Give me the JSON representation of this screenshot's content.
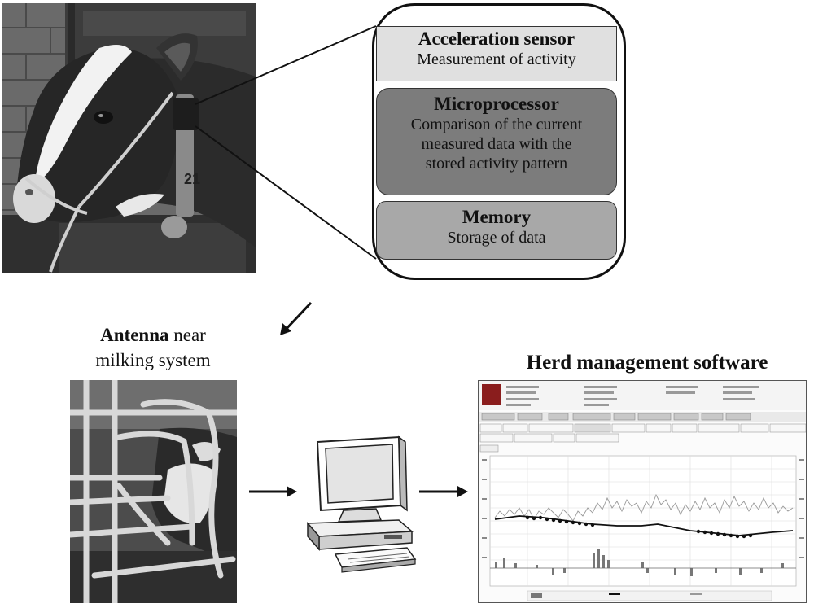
{
  "sensor": {
    "acceleration": {
      "title": "Acceleration  sensor",
      "subtitle": "Measurement of activity"
    },
    "microprocessor": {
      "title": "Microprocessor",
      "lines": [
        "Comparison of the current",
        "measured data with the",
        "stored activity  pattern"
      ]
    },
    "memory": {
      "title": "Memory",
      "subtitle": "Storage of data"
    }
  },
  "antenna": {
    "bold": "Antenna",
    "rest": " near",
    "line2": "milking system"
  },
  "herd": {
    "title": "Herd management  software"
  },
  "cow_collar": {
    "tag_text": "21"
  },
  "colors": {
    "background": "#ffffff",
    "acceleration_box": "#e0e0e0",
    "microprocessor_box": "#7c7c7c",
    "memory_box": "#a8a8a8"
  }
}
